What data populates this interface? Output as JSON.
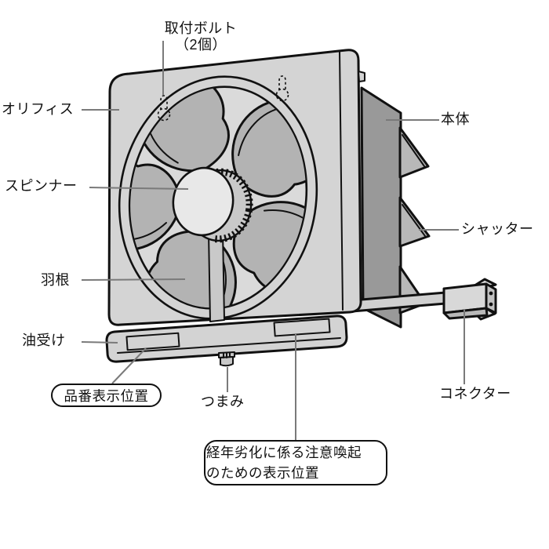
{
  "labels": {
    "mounting_bolt": {
      "line1": "取付ボルト",
      "line2": "（2個）"
    },
    "orifice": "オリフィス",
    "spinner": "スピンナー",
    "blade": "羽根",
    "oil_tray": "油受け",
    "part_number_position": "品番表示位置",
    "knob": "つまみ",
    "aging_notice": {
      "line1": "経年劣化に係る注意喚起",
      "line2": "のための表示位置"
    },
    "body": "本体",
    "shutter": "シャッター",
    "connector": "コネクター"
  },
  "colors": {
    "background": "#ffffff",
    "text": "#111111",
    "outline": "#111111",
    "leader": "#7a7a7a",
    "panel": "#d4d4d4",
    "opening": "#dadada",
    "blade": "#b3b3b3",
    "spinner_face": "#e8e8e8",
    "spinner_band": "#c9c9c9",
    "body_side": "#999999",
    "shutter": "#b8b8b8",
    "tray": "#d3d3d3",
    "cord": "#d0d0d0",
    "connector": "#d8d8d8",
    "connector_side": "#c2c2c2",
    "connector_bottom": "#b8b8b8",
    "knob": "#c8c8c8"
  }
}
